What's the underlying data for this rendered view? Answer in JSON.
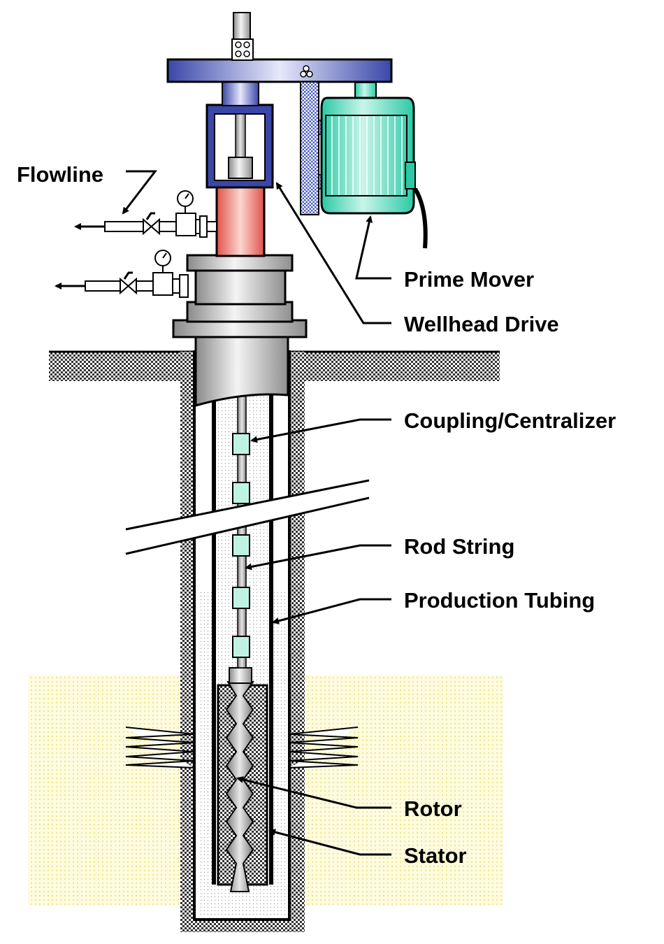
{
  "labels": {
    "flowline": "Flowline",
    "prime_mover": "Prime Mover",
    "wellhead_drive": "Wellhead Drive",
    "coupling_centralizer": "Coupling/Centralizer",
    "rod_string": "Rod String",
    "production_tubing": "Production Tubing",
    "rotor": "Rotor",
    "stator": "Stator"
  },
  "colors": {
    "drive_frame": "#3a47a8",
    "drive_frame_light": "#c9cdf0",
    "motor": "#2bc9a5",
    "motor_light": "#c9f5ea",
    "stuffing_box": "#e0524a",
    "stuffing_box_light": "#fbd6d0",
    "wellhead_steel": "#bdbdbd",
    "coupling": "#bff2e3",
    "formation": "#fffbd0",
    "outline": "#000000"
  }
}
